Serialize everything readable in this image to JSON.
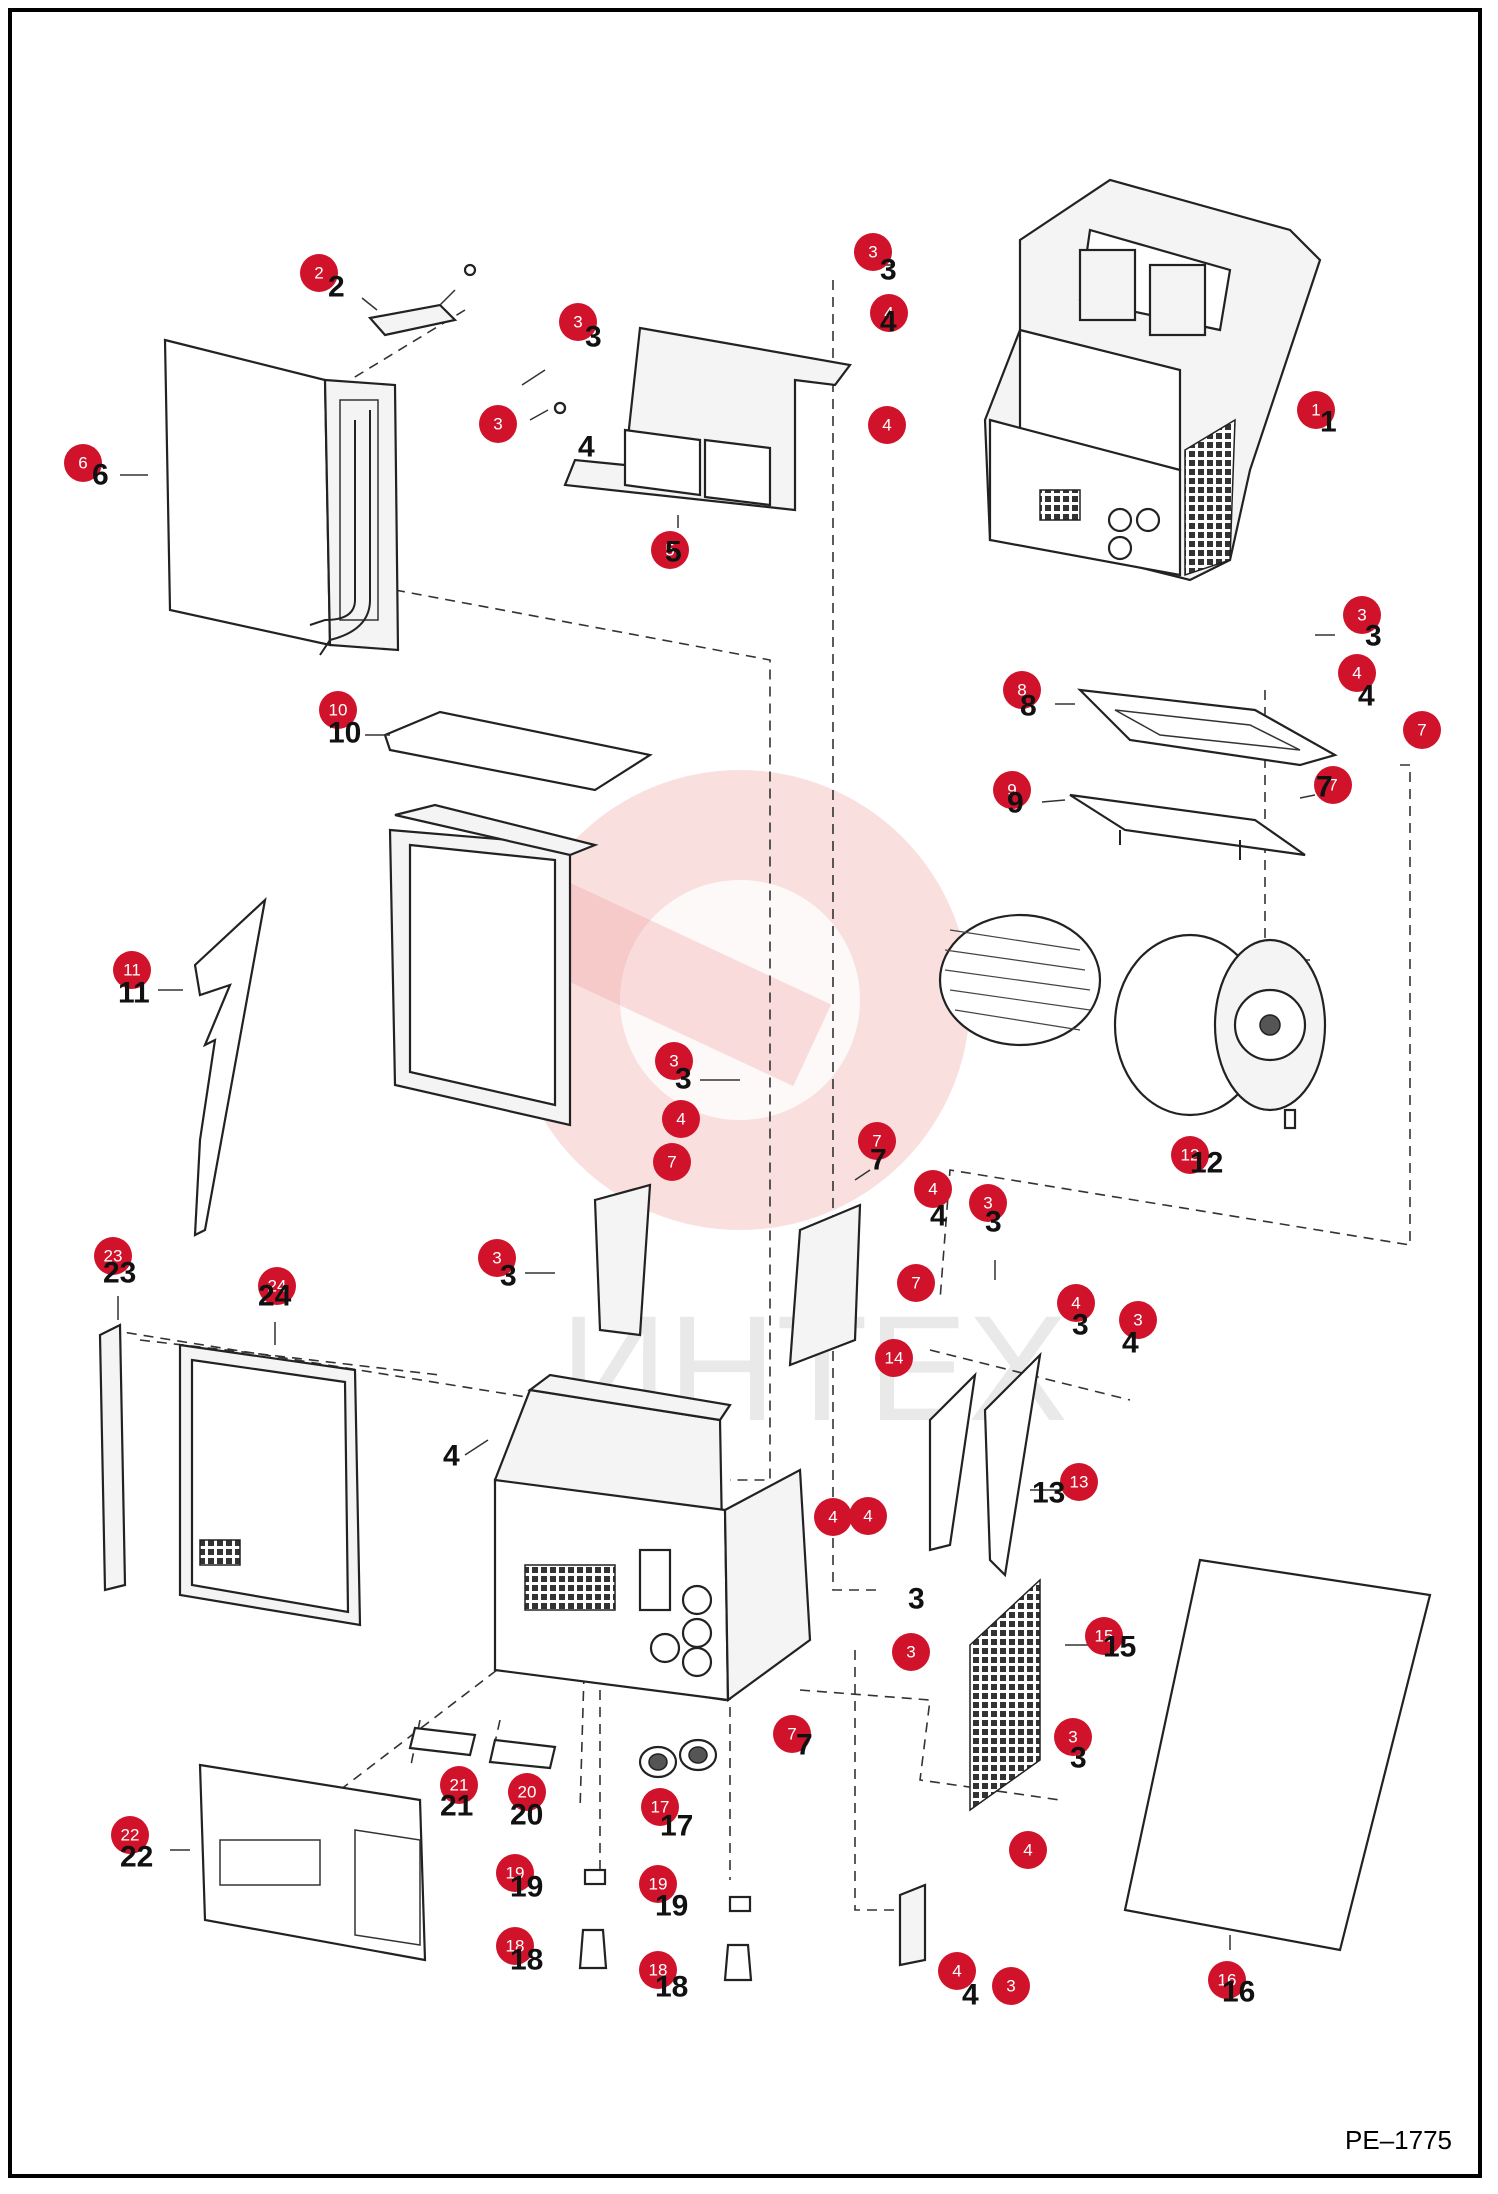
{
  "reference": "PE–1775",
  "callouts": [
    {
      "n": "1"
    },
    {
      "n": "2"
    },
    {
      "n": "3"
    },
    {
      "n": "3"
    },
    {
      "n": "4"
    },
    {
      "n": "3"
    },
    {
      "n": "4"
    },
    {
      "n": "6"
    },
    {
      "n": "5"
    },
    {
      "n": "3"
    },
    {
      "n": "4"
    },
    {
      "n": "8"
    },
    {
      "n": "7"
    },
    {
      "n": "9"
    },
    {
      "n": "7"
    },
    {
      "n": "10"
    },
    {
      "n": "11"
    },
    {
      "n": "12"
    },
    {
      "n": "3"
    },
    {
      "n": "4"
    },
    {
      "n": "7"
    },
    {
      "n": "7"
    },
    {
      "n": "4"
    },
    {
      "n": "3"
    },
    {
      "n": "23"
    },
    {
      "n": "24"
    },
    {
      "n": "3"
    },
    {
      "n": "7"
    },
    {
      "n": "4"
    },
    {
      "n": "3"
    },
    {
      "n": "14"
    },
    {
      "n": "4"
    },
    {
      "n": "13"
    },
    {
      "n": "4"
    },
    {
      "n": "3"
    },
    {
      "n": "15"
    },
    {
      "n": "7"
    },
    {
      "n": "3"
    },
    {
      "n": "21"
    },
    {
      "n": "20"
    },
    {
      "n": "17"
    },
    {
      "n": "4"
    },
    {
      "n": "22"
    },
    {
      "n": "19"
    },
    {
      "n": "19"
    },
    {
      "n": "18"
    },
    {
      "n": "18"
    },
    {
      "n": "4"
    },
    {
      "n": "3"
    },
    {
      "n": "16"
    }
  ],
  "labels": [
    {
      "t": "2"
    },
    {
      "t": "3"
    },
    {
      "t": "4"
    },
    {
      "t": "3"
    },
    {
      "t": "4"
    },
    {
      "t": "1"
    },
    {
      "t": "6"
    },
    {
      "t": "5"
    },
    {
      "t": "10"
    },
    {
      "t": "3"
    },
    {
      "t": "4"
    },
    {
      "t": "8"
    },
    {
      "t": "9"
    },
    {
      "t": "7"
    },
    {
      "t": "11"
    },
    {
      "t": "3"
    },
    {
      "t": "12"
    },
    {
      "t": "7"
    },
    {
      "t": "4"
    },
    {
      "t": "3"
    },
    {
      "t": "23"
    },
    {
      "t": "24"
    },
    {
      "t": "3"
    },
    {
      "t": "4"
    },
    {
      "t": "3"
    },
    {
      "t": "4"
    },
    {
      "t": "13"
    },
    {
      "t": "15"
    },
    {
      "t": "3"
    },
    {
      "t": "7"
    },
    {
      "t": "3"
    },
    {
      "t": "21"
    },
    {
      "t": "20"
    },
    {
      "t": "17"
    },
    {
      "t": "22"
    },
    {
      "t": "19"
    },
    {
      "t": "19"
    },
    {
      "t": "18"
    },
    {
      "t": "18"
    },
    {
      "t": "4"
    },
    {
      "t": "16"
    }
  ]
}
